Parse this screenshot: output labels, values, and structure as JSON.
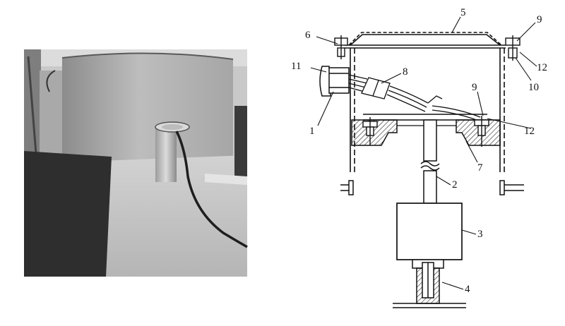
{
  "figure": {
    "photo": {
      "subject": "photograph-of-installed-sensor"
    },
    "diagram": {
      "callouts": [
        {
          "id": "c1",
          "text": "1"
        },
        {
          "id": "c2",
          "text": "2"
        },
        {
          "id": "c3",
          "text": "3"
        },
        {
          "id": "c4",
          "text": "4"
        },
        {
          "id": "c5",
          "text": "5"
        },
        {
          "id": "c6",
          "text": "6"
        },
        {
          "id": "c7",
          "text": "7"
        },
        {
          "id": "c8",
          "text": "8"
        },
        {
          "id": "c9a",
          "text": "9"
        },
        {
          "id": "c9b",
          "text": "9"
        },
        {
          "id": "c10",
          "text": "10"
        },
        {
          "id": "c11",
          "text": "11"
        },
        {
          "id": "c12a",
          "text": "12"
        },
        {
          "id": "c12b",
          "text": "12"
        }
      ]
    }
  },
  "colors": {
    "line": "#111111",
    "hatch": "#222222",
    "photo_dark": "#2a2a2a",
    "photo_mid": "#9a9a9a",
    "photo_light": "#cfcfcf"
  }
}
